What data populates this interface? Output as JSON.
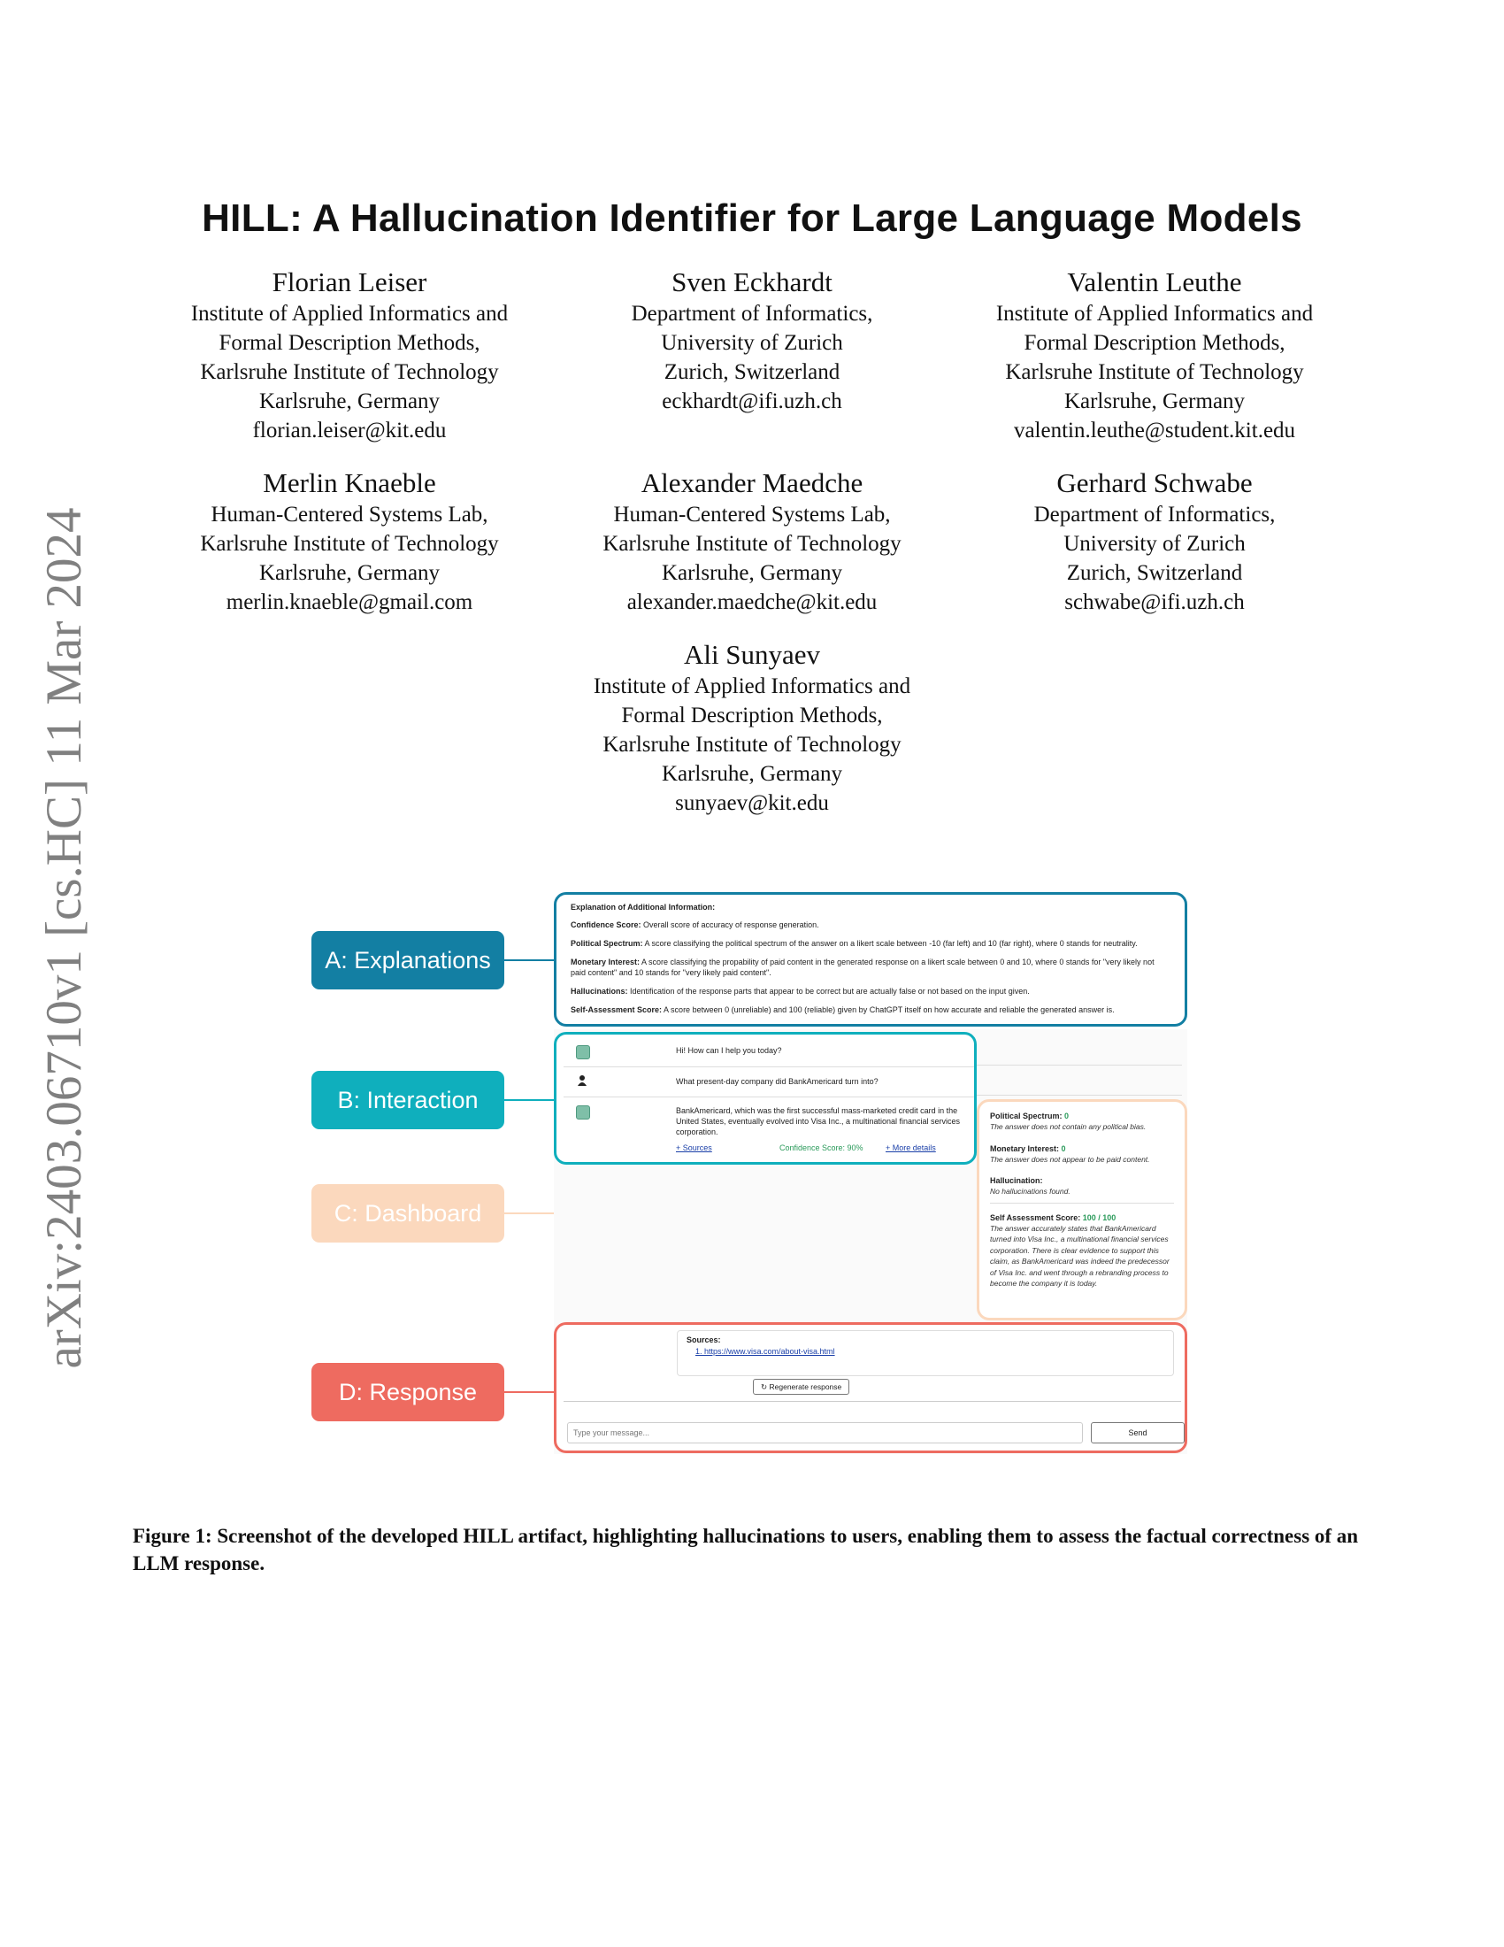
{
  "paper": {
    "title": "HILL: A Hallucination Identifier for Large Language Models",
    "arxiv_id": "arXiv:2403.06710v1  [cs.HC]  11 Mar 2024"
  },
  "authors": [
    {
      "name": "Florian Leiser",
      "lines": [
        "Institute of Applied Informatics and",
        "Formal Description Methods,",
        "Karlsruhe Institute of Technology",
        "Karlsruhe, Germany",
        "florian.leiser@kit.edu"
      ]
    },
    {
      "name": "Sven Eckhardt",
      "lines": [
        "Department of Informatics,",
        "University of Zurich",
        "Zurich, Switzerland",
        "eckhardt@ifi.uzh.ch"
      ]
    },
    {
      "name": "Valentin Leuthe",
      "lines": [
        "Institute of Applied Informatics and",
        "Formal Description Methods,",
        "Karlsruhe Institute of Technology",
        "Karlsruhe, Germany",
        "valentin.leuthe@student.kit.edu"
      ]
    },
    {
      "name": "Merlin Knaeble",
      "lines": [
        "Human-Centered Systems Lab,",
        "Karlsruhe Institute of Technology",
        "Karlsruhe, Germany",
        "merlin.knaeble@gmail.com"
      ]
    },
    {
      "name": "Alexander Maedche",
      "lines": [
        "Human-Centered Systems Lab,",
        "Karlsruhe Institute of Technology",
        "Karlsruhe, Germany",
        "alexander.maedche@kit.edu"
      ]
    },
    {
      "name": "Gerhard Schwabe",
      "lines": [
        "Department of Informatics,",
        "University of Zurich",
        "Zurich, Switzerland",
        "schwabe@ifi.uzh.ch"
      ]
    },
    {
      "name": "Ali Sunyaev",
      "lines": [
        "Institute of Applied Informatics and",
        "Formal Description Methods,",
        "Karlsruhe Institute of Technology",
        "Karlsruhe, Germany",
        "sunyaev@kit.edu"
      ]
    }
  ],
  "figure": {
    "labels": {
      "a": "A: Explanations",
      "b": "B: Interaction",
      "c": "C: Dashboard",
      "d": "D: Response"
    },
    "colors": {
      "a": "#137fa3",
      "b": "#0fafbd",
      "c": "#fbd8bd",
      "d": "#ee6b60"
    },
    "explanations": {
      "heading": "Explanation of Additional Information:",
      "items": [
        {
          "term": "Confidence Score:",
          "text": " Overall score of accuracy of response generation."
        },
        {
          "term": "Political Spectrum:",
          "text": " A score classifying the political spectrum of the answer on a likert scale between -10 (far left) and 10 (far right), where 0 stands for neutrality."
        },
        {
          "term": "Monetary Interest:",
          "text": " A score classifying the propability of paid content in the generated response on a likert scale between 0 and 10, where 0 stands for \"very likely not paid content\" and 10 stands for \"very likely paid content\"."
        },
        {
          "term": "Hallucinations:",
          "text": " Identification of the response parts that appear to be correct but are actually false or not based on the input given."
        },
        {
          "term": "Self-Assessment Score:",
          "text": " A score between 0 (unreliable) and 100 (reliable) given by ChatGPT itself on how accurate and reliable the generated answer is."
        }
      ]
    },
    "chat": {
      "greeting": "Hi! How can I help you today?",
      "question": "What present-day company did BankAmericard turn into?",
      "answer": "BankAmericard, which was the first successful mass-marketed credit card in the United States, eventually evolved into Visa Inc., a multinational financial services corporation.",
      "sources_link": "+ Sources",
      "confidence": "Confidence Score: 90%",
      "more_details": "+ More details"
    },
    "dashboard": {
      "political_label": "Political Spectrum:",
      "political_value": "0",
      "political_text": "The answer does not contain any political bias.",
      "monetary_label": "Monetary Interest:",
      "monetary_value": "0",
      "monetary_text": "The answer does not appear to be paid content.",
      "hallucination_label": "Hallucination:",
      "hallucination_text": "No hallucinations found.",
      "self_label": "Self Assessment Score:",
      "self_value": "100 / 100",
      "self_text": "The answer accurately states that BankAmericard turned into Visa Inc., a multinational financial services corporation. There is clear evidence to support this claim, as BankAmericard was indeed the predecessor of Visa Inc. and went through a rebranding process to become the company it is today."
    },
    "response": {
      "sources_heading": "Sources:",
      "source_1": "1. https://www.visa.com/about-visa.html",
      "regenerate": "Regenerate response",
      "input_placeholder": "Type your message...",
      "send": "Send"
    }
  },
  "caption": "Figure 1: Screenshot of the developed HILL artifact, highlighting hallucinations to users, enabling them to assess the factual correctness of an LLM response."
}
